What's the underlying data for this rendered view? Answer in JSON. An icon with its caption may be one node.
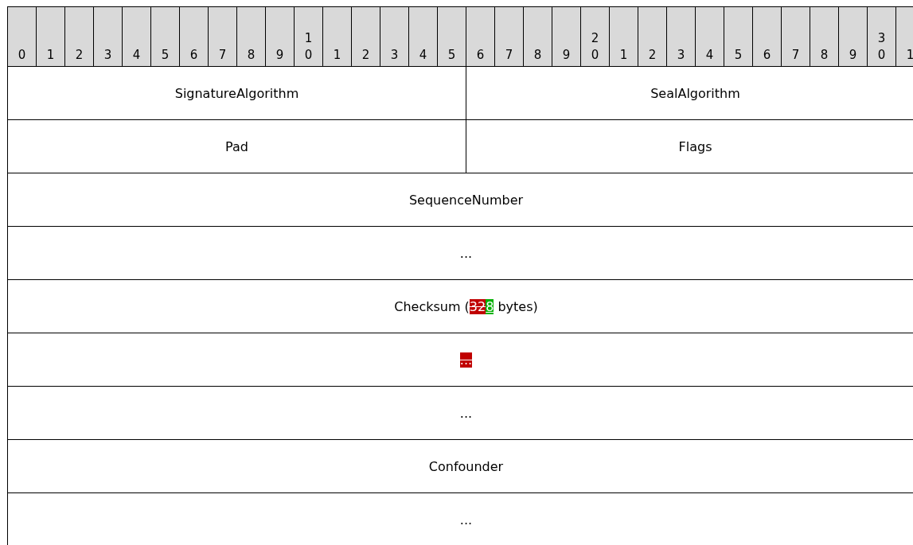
{
  "diagram": {
    "nodes": [
      {
        "text": [
          "SignatureAlgorithm"
        ]
      },
      {
        "text": [
          "SealAlgorithm"
        ]
      },
      {
        "text": [
          "Pad"
        ]
      },
      {
        "text": [
          "Flags"
        ]
      },
      {
        "text": [
          "SequenceNumber"
        ]
      },
      {
        "text": [
          "..."
        ]
      },
      {
        "text": [
          "Checksum (328 bytes)"
        ]
      },
      {
        "text": [
          "..."
        ]
      },
      {
        "text": [
          "..."
        ]
      },
      {
        "text": [
          "Confounder"
        ]
      },
      {
        "text": [
          "..."
        ]
      }
    ],
    "labels": [
      "0",
      "1",
      "2",
      "3",
      "4",
      "5",
      "6",
      "7",
      "8",
      "9",
      "10",
      "1",
      "2",
      "3",
      "4",
      "5",
      "6",
      "7",
      "8",
      "9",
      "20",
      "1",
      "2",
      "3",
      "4",
      "5",
      "6",
      "7",
      "8",
      "9",
      "30",
      "1"
    ]
  }
}
